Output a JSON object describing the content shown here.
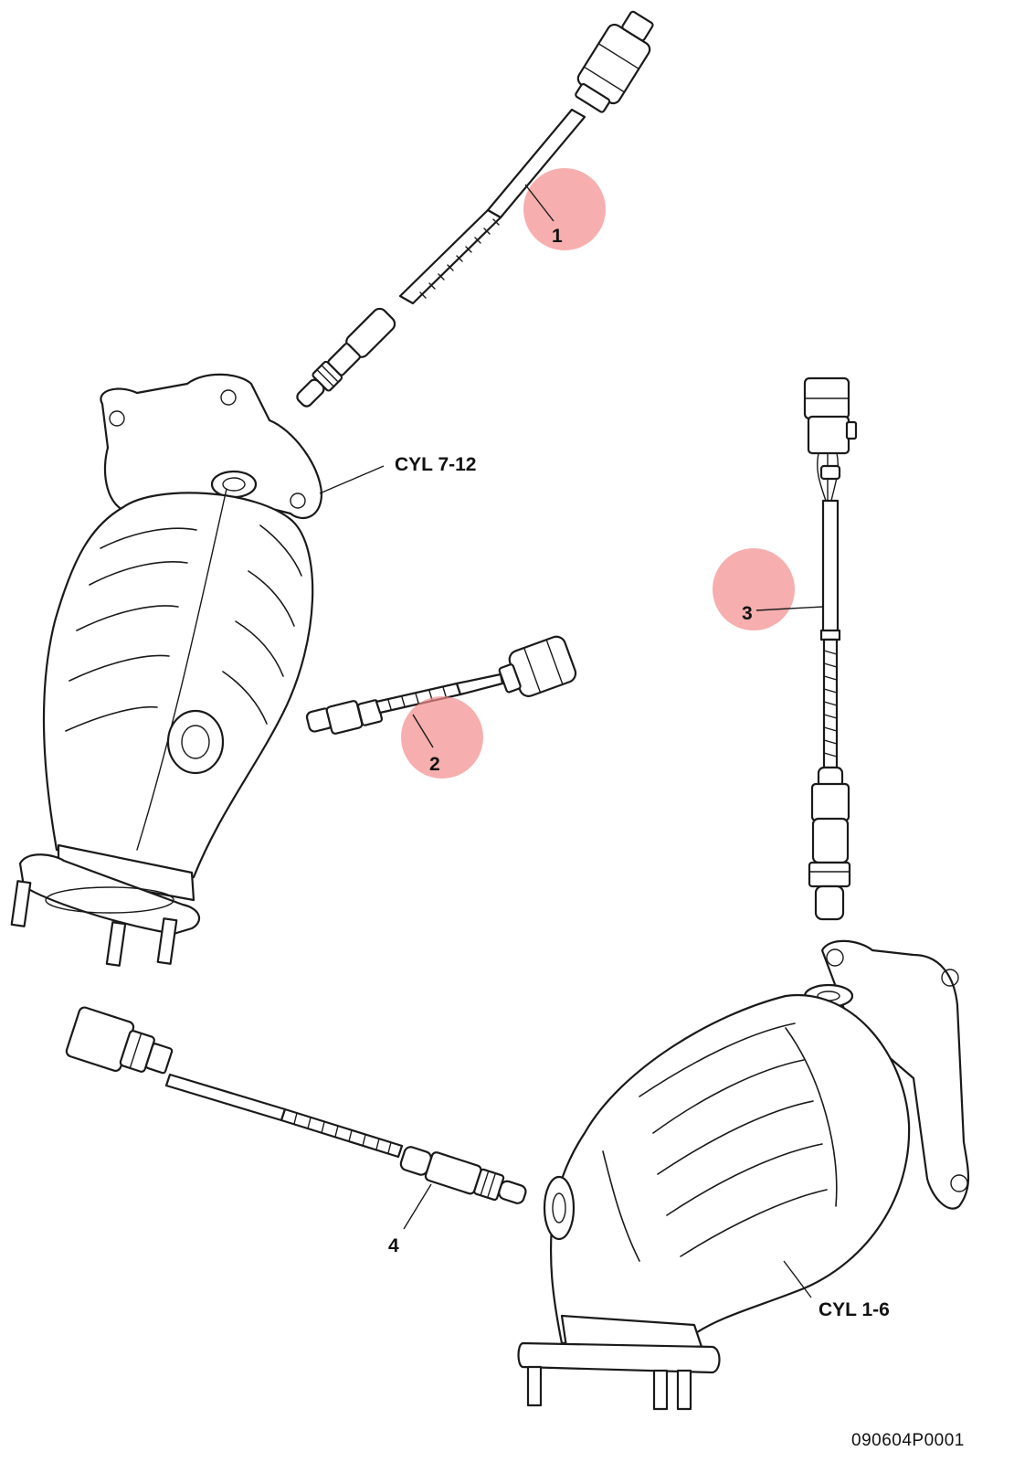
{
  "callouts": {
    "c1": {
      "number": "1"
    },
    "c2": {
      "number": "2"
    },
    "c3": {
      "number": "3"
    },
    "c4": {
      "number": "4"
    }
  },
  "labels": {
    "cyl_7_12": "CYL 7-12",
    "cyl_1_6": "CYL 1-6"
  },
  "reference_code": "090604P0001",
  "colors": {
    "highlight": "#f28b8b",
    "line": "#1a1a1a",
    "background": "#ffffff"
  }
}
